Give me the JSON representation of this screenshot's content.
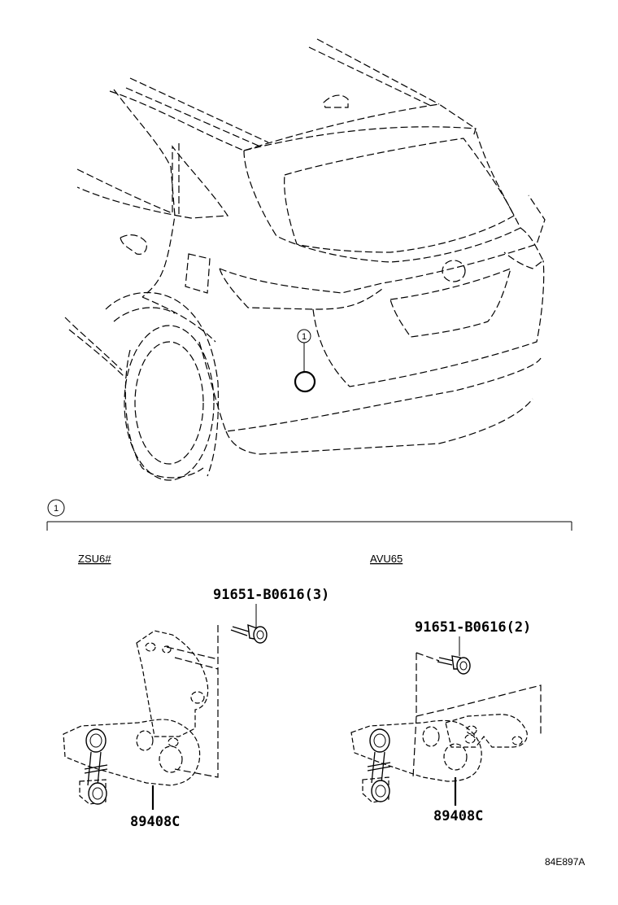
{
  "callout": {
    "number": "1"
  },
  "variants": {
    "left": {
      "code": "ZSU6#",
      "bolt_part": "91651-B0616(3)",
      "sensor_part": "89408C"
    },
    "right": {
      "code": "AVU65",
      "bolt_part": "91651-B0616(2)",
      "sensor_part": "89408C"
    }
  },
  "footer": {
    "reference": "84E897A"
  },
  "icons": [
    "vehicle-rear-illustration",
    "height-sensor-part",
    "bolt-icon",
    "callout-circle"
  ],
  "colors": {
    "ink": "#000000",
    "background": "#ffffff"
  }
}
